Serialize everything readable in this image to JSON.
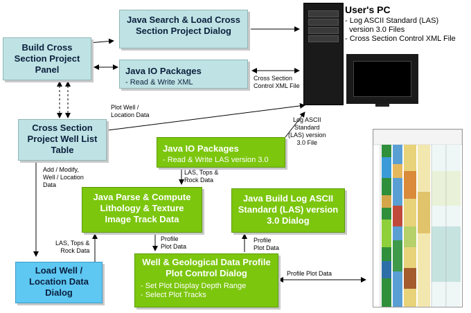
{
  "boxes": {
    "java_search": {
      "title": "Java Search & Load Cross Section Project Dialog"
    },
    "build_panel": {
      "title": "Build Cross Section Project Panel"
    },
    "io_xml": {
      "title": "Java IO Packages",
      "sub": "- Read & Write XML"
    },
    "well_table": {
      "title": "Cross Section Project Well List Table"
    },
    "io_las": {
      "title": "Java IO Packages",
      "sub": "- Read & Write LAS version 3.0"
    },
    "parse_compute": {
      "title": "Java Parse & Compute Lithology & Texture Image Track Data"
    },
    "build_las": {
      "title": "Java Build Log ASCII Standard (LAS) version 3.0 Dialog"
    },
    "load_well": {
      "title": "Load Well / Location Data Dialog"
    },
    "profile_plot": {
      "title": "Well & Geological Data Profile Plot Control Dialog",
      "items": [
        "- Set Plot Display Depth Range",
        "- Select Plot Tracks"
      ]
    }
  },
  "pc": {
    "title": "User's PC",
    "lines": [
      "- Log ASCII Standard (LAS)",
      "  version 3.0 Files",
      "- Cross Section Control XML File"
    ]
  },
  "labels": {
    "xml_file": [
      "Cross Section",
      "Control XML File"
    ],
    "plot_well": [
      "Plot Well /",
      "Location Data"
    ],
    "las_file": [
      "Log ASCII",
      "Standard",
      "(LAS) version",
      "3.0 File"
    ],
    "add_modify": [
      "Add / Modify,",
      "Well / Location",
      "Data"
    ],
    "las_tops_rock_1": [
      "LAS, Tops &",
      "Rock Data"
    ],
    "las_tops_rock_2": [
      "LAS, Tops &",
      "Rock Data"
    ],
    "profile_plot_data_1": [
      "Profile",
      "Plot Data"
    ],
    "profile_plot_data_2": [
      "Profile",
      "Plot Data"
    ],
    "profile_plot_data_3": "Profile Plot Data"
  },
  "colors": {
    "teal": "#bfe3e4",
    "blue": "#5ec8f3",
    "green": "#7cc60e"
  },
  "icons": [
    "computer-tower-icon",
    "monitor-icon",
    "profile-plot-thumbnail"
  ]
}
